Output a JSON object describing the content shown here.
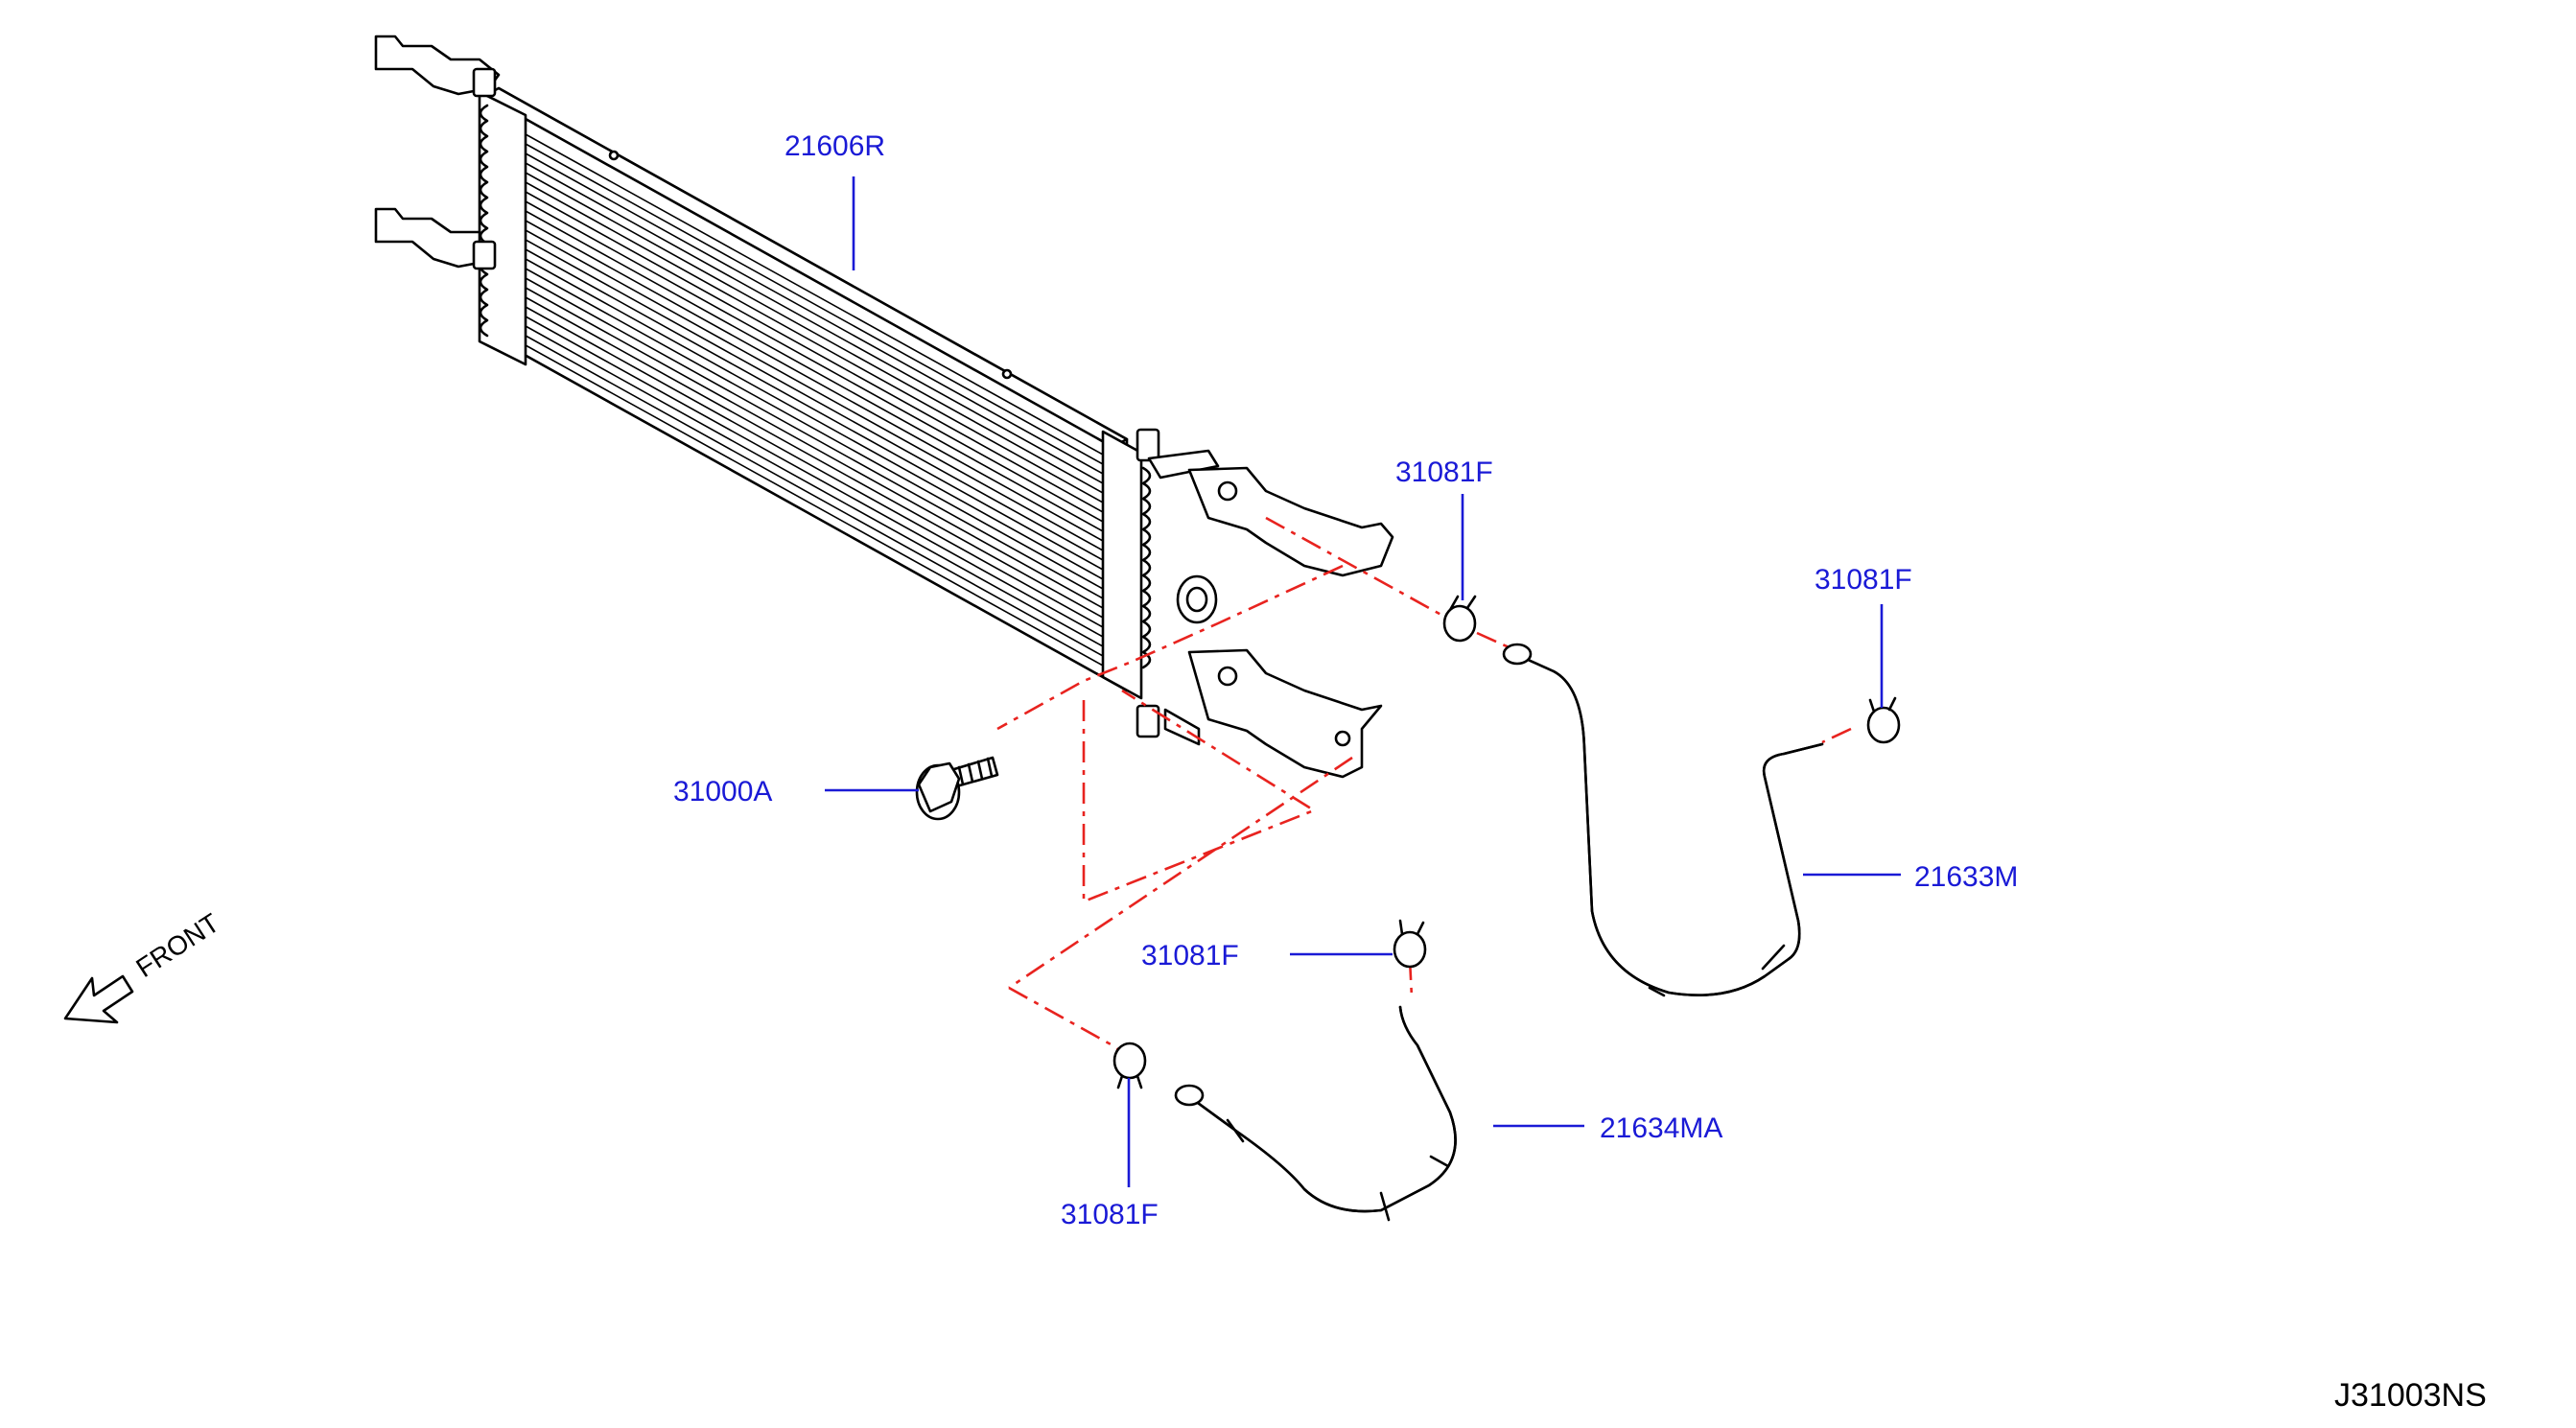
{
  "diagram": {
    "drawing_code": "J31003NS",
    "front_indicator": "FRONT",
    "callouts": {
      "cooler": "21606R",
      "bolt": "31000A",
      "clamp_upper_mid": "31081F",
      "clamp_upper_right": "31081F",
      "clamp_lower_mid": "31081F",
      "clamp_lower_left": "31081F",
      "hose_upper": "21633M",
      "hose_lower": "21634MA"
    },
    "colors": {
      "callout_text": "#1a1ad6",
      "leader_line": "#1a1ad6",
      "phantom_line": "#e8231f",
      "part_outline": "#000000"
    }
  }
}
